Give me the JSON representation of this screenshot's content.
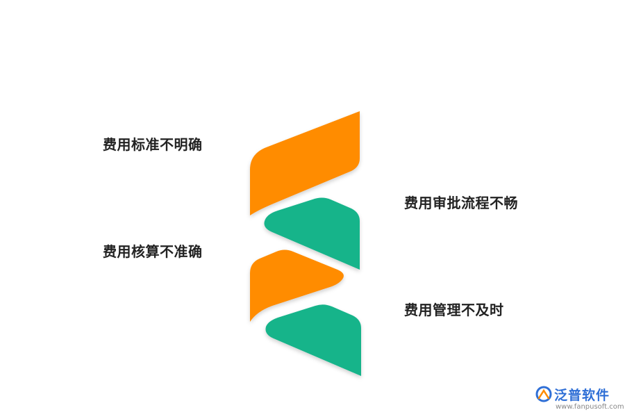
{
  "labels": {
    "item1": "费用标准不明确",
    "item2": "费用审批流程不畅",
    "item3": "费用核算不准确",
    "item4": "费用管理不及时"
  },
  "colors": {
    "orange": "#FF8C00",
    "green": "#14B48A",
    "text": "#222222",
    "brand_blue": "#2F6FD6"
  },
  "brand": {
    "name": "泛普软件",
    "url": "www.fanpusoft.com",
    "logo_icon": "fanpu-logo-icon"
  }
}
